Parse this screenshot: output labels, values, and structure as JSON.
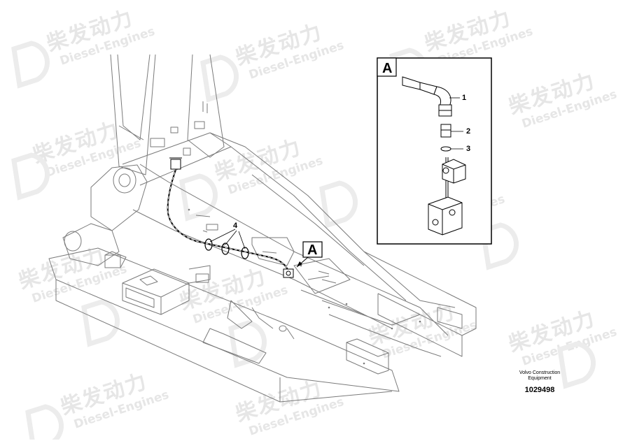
{
  "watermark": {
    "chinese": "柴发动力",
    "english": "Diesel-Engines"
  },
  "detail_view": {
    "label": "A",
    "callouts": [
      "1",
      "2",
      "3"
    ]
  },
  "main_view": {
    "section_label": "A",
    "callout": "4"
  },
  "footer": {
    "company_line1": "Volvo Construction",
    "company_line2": "Equipment",
    "part_number": "1029498"
  }
}
